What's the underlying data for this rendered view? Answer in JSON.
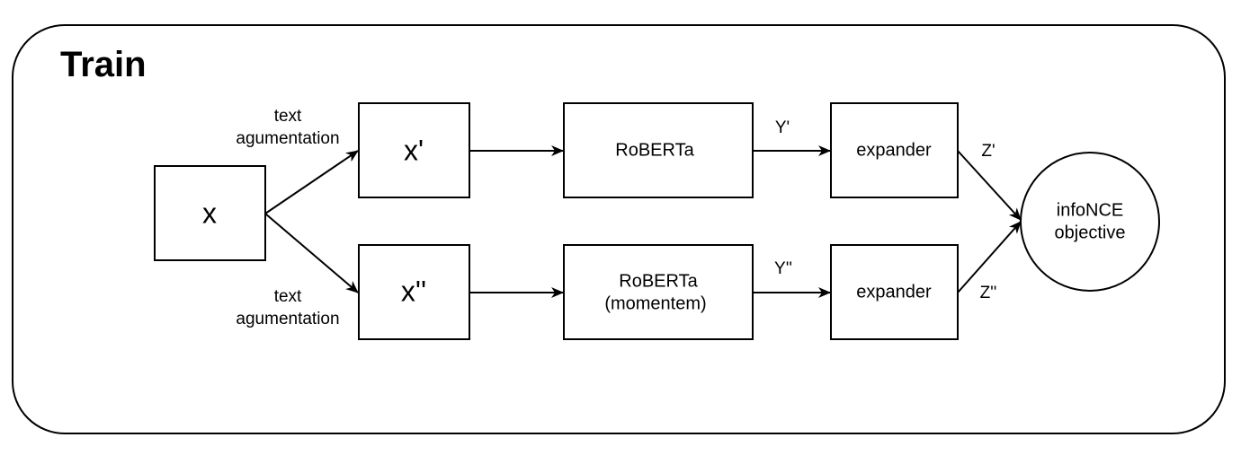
{
  "title": "Train",
  "colors": {
    "stroke": "#000000",
    "background": "#ffffff"
  },
  "nodes": {
    "x": "x",
    "x1": "x'",
    "x2": "x''",
    "roberta": "RoBERTa",
    "roberta_momentum": {
      "line1": "RoBERTa",
      "line2": "(momentem)"
    },
    "expander1": "expander",
    "expander2": "expander",
    "objective": {
      "line1": "infoNCE",
      "line2": "objective"
    }
  },
  "edges": {
    "aug_top": {
      "line1": "text",
      "line2": "agumentation"
    },
    "aug_bottom": {
      "line1": "text",
      "line2": "agumentation"
    },
    "y1": "Y'",
    "y2": "Y''",
    "z1": "Z'",
    "z2": "Z''"
  }
}
